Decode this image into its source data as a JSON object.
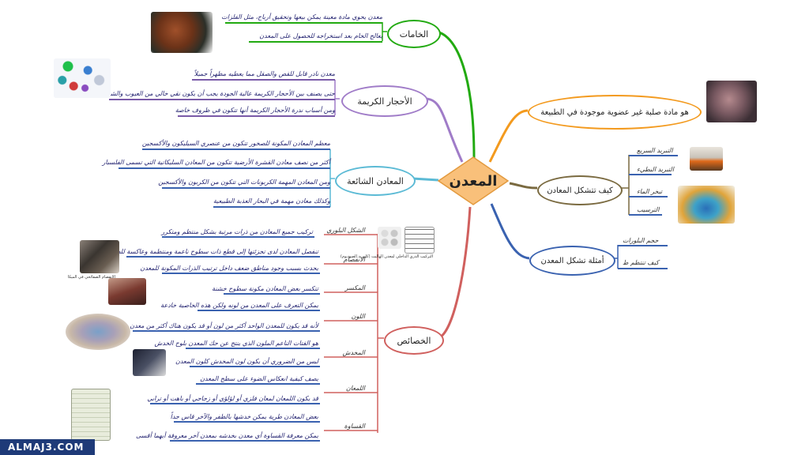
{
  "center": {
    "label": "المعدن"
  },
  "branches": {
    "raw": {
      "label": "الخامات",
      "items": [
        "معدن يحوي مادة معينة يمكن بيعها وتحقيق أرباح، مثل الفلزات",
        "يعالج الخام بعد استخراجه للحصول على المعدن"
      ]
    },
    "gems": {
      "label": "الأحجار الكريمة",
      "items": [
        "معدن نادر قابل للقص والصقل مما يعطيه مظهراً جميلاً",
        "حتى يصنف بين الأحجار الكريمة عالية الجودة يجب أن يكون نقي خالي من العيوب والشقوق",
        "ومن أسباب ندرة الأحجار الكريمة أنها تتكون في ظروف خاصة"
      ]
    },
    "common": {
      "label": "المعادن الشائعة",
      "items": [
        "معظم المعادن المكونة للصخور تتكون من عنصري السيليكون والأكسجين",
        "أكثر من نصف معادن القشرة الأرضية تتكون من المعادن السليكاتية التي تسمى الفلسبار",
        "ومن المعادن المهمة الكربونات التي تتكون من الكربون والأكسجين",
        "وكذلك معادن مهمة في البحار العذبة الطبيعية"
      ]
    },
    "props": {
      "label": "الخصائص",
      "subs": [
        {
          "label": "الشكل البلوري",
          "items": [
            "تركيب جميع المعادن من ذرات مرتبة بشكل منتظم ومتكرر"
          ]
        },
        {
          "label": "الانفصام",
          "items": [
            "تنفصل المعادن لدى تجزئتها إلى قطع ذات سطوح ناعمة ومنتظمة وعاكسة للضوء",
            "يحدث بسبب وجود مناطق ضعف داخل ترتيب الذرات المكونة للمعدن"
          ]
        },
        {
          "label": "المكسر",
          "items": [
            "تتكسر بعض المعادن مكونة سطوح خشنة"
          ]
        },
        {
          "label": "اللون",
          "items": [
            "يمكن التعرف على المعدن من لونه ولكن هذه الخاصية خادعة",
            "لأنه قد يكون للمعدن الواحد أكثر من لون أو قد يكون هناك أكثر من معدن بنفس اللون"
          ]
        },
        {
          "label": "المخدش",
          "items": [
            "هو الفتات الناعم الملون الذي ينتج عن حك المعدن بلوح الخدش",
            "ليس من الضروري أن يكون لون المخدش كلون المعدن"
          ]
        },
        {
          "label": "اللمعان",
          "items": [
            "يصف كيفية انعكاس الضوء على سطح المعدن",
            "قد يكون اللمعان لمعان فلزي أو لؤلؤي أو زجاجي أو باهت أو ترابي"
          ]
        },
        {
          "label": "القساوة",
          "items": [
            "بعض المعادن طرية يمكن خدشها بالظفر والآخر قاس جداً",
            "يمكن معرفة القساوة أي معدن بخدشه بمعدن آخر معروفة أيهما أقسى"
          ]
        }
      ]
    },
    "definition": {
      "label": "هو مادة صلبة غير عضوية موجودة في الطبيعة"
    },
    "formation": {
      "label": "كيف تتشكل المعادن",
      "items": [
        "التبريد السريع",
        "التبريد البطيء",
        "تبخر الماء",
        "الترسيب"
      ]
    },
    "examples": {
      "label": "أمثلة تشكل المعدن",
      "items": [
        "حجم البلورات",
        "كيف تنتظم ط"
      ]
    }
  },
  "captions": {
    "crystal": "التركيب الذري الداخلي لمعدن الهاليت (كلوريد الصوديوم)",
    "cleavage": "الانفصام الصفائحي في الميكا"
  },
  "watermark": "ALMAJ3.COM",
  "colors": {
    "raw": "#22aa11",
    "gems": "#a07cc8",
    "common": "#5bbad5",
    "props": "#d0605e",
    "definition": "#f39a1e",
    "formation": "#7a6a40",
    "examples": "#3a62b0",
    "center": "#f9c07a"
  }
}
